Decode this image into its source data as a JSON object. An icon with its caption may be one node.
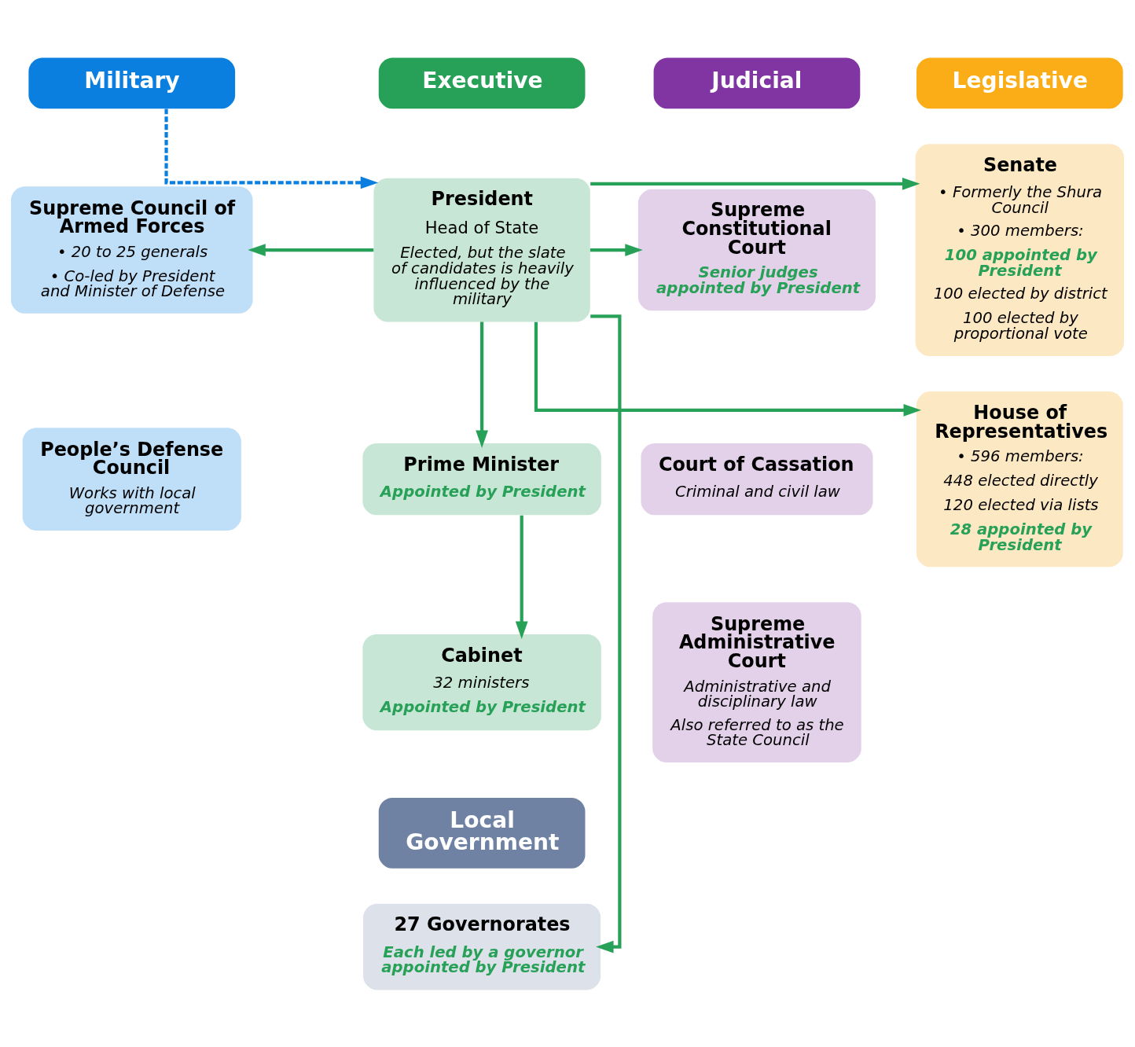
{
  "diagram": {
    "nodes": [
      {
        "text": [
          "Executive"
        ]
      },
      {
        "text": [
          "President",
          "Head of State",
          "Elected, but the slate of candidates is heavily influenced by the military"
        ]
      },
      {
        "text": [
          "Prime Minister",
          "Appointed by President"
        ]
      },
      {
        "text": [
          "Cabinet",
          "32 ministers",
          "Appointed by President"
        ]
      },
      {
        "text": [
          "Local Government"
        ]
      },
      {
        "text": [
          "27 Governorates",
          "Each led by a governor appointed by President"
        ]
      },
      {
        "text": [
          "Military"
        ]
      },
      {
        "text": [
          "Supreme Council of Armed Forces",
          "• 20 to 25 generals",
          "• Co-led by President and Minister of Defense"
        ]
      },
      {
        "text": [
          "People’s Defense Council",
          "Works with local government"
        ]
      },
      {
        "text": [
          "Judicial"
        ]
      },
      {
        "text": [
          "Supreme Constitutional Court",
          "Senior judges appointed by President"
        ]
      },
      {
        "text": [
          "Court of Cassation",
          "Criminal and civil law"
        ]
      },
      {
        "text": [
          "Supreme Administrative Court",
          "Administrative and disciplinary law",
          "Also referred to as the State Council"
        ]
      },
      {
        "text": [
          "Legislative"
        ]
      },
      {
        "text": [
          "Senate",
          "• Formerly the Shura Council",
          "• 300 members:",
          "100 appointed by President",
          "100 elected by district",
          "100 elected by proportional vote"
        ]
      },
      {
        "text": [
          "House of Representatives",
          "• 596 members:",
          "448 elected directly",
          "120 elected via lists",
          "28 appointed by President"
        ]
      }
    ],
    "edges": [
      {
        "from": 6,
        "to": 1,
        "arrow": "to",
        "style": "dashed",
        "color": "#0a7fe0"
      },
      {
        "from": 1,
        "to": 2,
        "arrow": "to"
      },
      {
        "from": 2,
        "to": 3,
        "arrow": "to"
      },
      {
        "from": 1,
        "to": 7,
        "arrow": "to"
      },
      {
        "from": 1,
        "to": 5,
        "arrow": "to"
      },
      {
        "from": 1,
        "to": 10,
        "arrow": "to"
      },
      {
        "from": 1,
        "to": 14,
        "arrow": "to"
      },
      {
        "from": 1,
        "to": 15,
        "arrow": "to"
      }
    ]
  }
}
